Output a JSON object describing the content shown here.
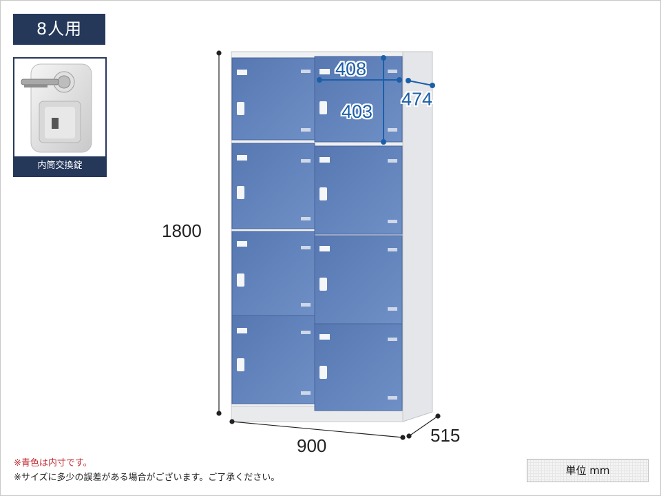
{
  "badge": {
    "label": "8人用"
  },
  "key_card": {
    "caption": "内筒交換錠"
  },
  "dimensions": {
    "height": "1800",
    "width": "900",
    "depth": "515",
    "inner_width": "408",
    "inner_height": "403",
    "inner_depth": "474"
  },
  "notes": {
    "line1": "※青色は内寸です。",
    "line2": "※サイズに多少の誤差がある場合がございます。ご了承ください。"
  },
  "unit": {
    "label": "単位 mm"
  },
  "colors": {
    "badge": "#25385a",
    "door": "#5b7fb8",
    "cabinet": "#eceef0",
    "inner_dimension": "#1b5fa8",
    "note_red": "#c0272d"
  }
}
